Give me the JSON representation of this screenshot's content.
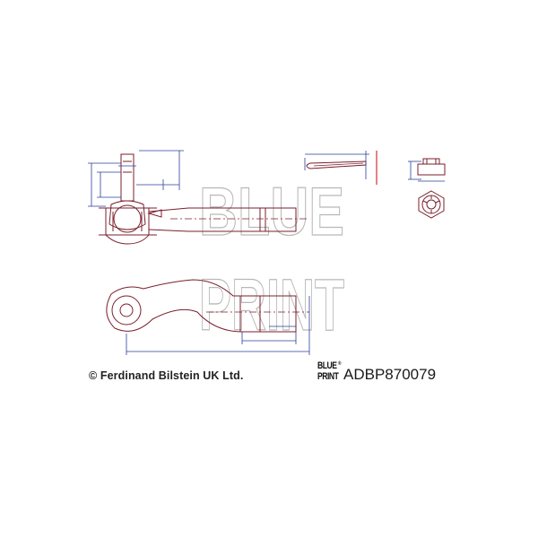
{
  "brand": {
    "watermark_line1": "BLUE",
    "watermark_line2": "PRINT",
    "logo_line1": "BLUE",
    "logo_line2": "PRINT",
    "logo_mark": "®"
  },
  "copyright_text": "© Ferdinand Bilstein UK Ltd.",
  "part_number": "ADBP870079",
  "colors": {
    "outline": "#7a1f2b",
    "dimension": "#2a3f9a",
    "watermark": "#b8b8b8",
    "accent_red": "#d03030"
  }
}
